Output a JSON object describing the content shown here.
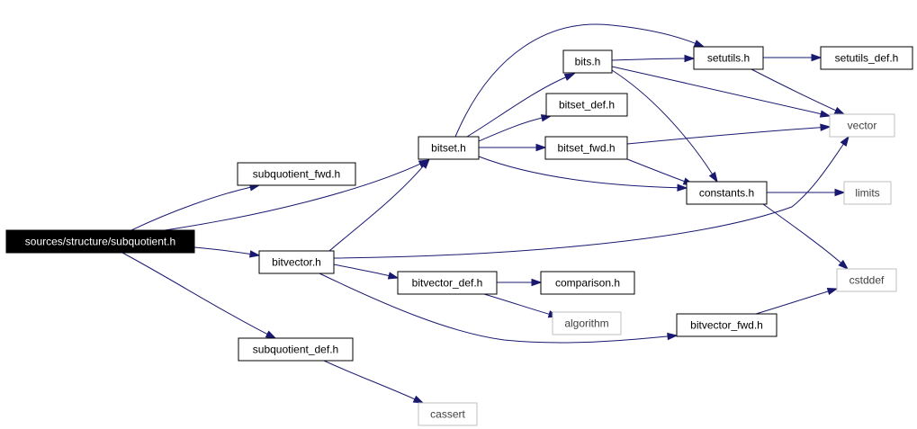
{
  "graph": {
    "nodes": [
      {
        "id": "root",
        "label": "sources/structure/subquotient.h",
        "style": "root"
      },
      {
        "id": "subquotient_fwd",
        "label": "subquotient_fwd.h",
        "style": "normal"
      },
      {
        "id": "bitset",
        "label": "bitset.h",
        "style": "normal"
      },
      {
        "id": "bitvector",
        "label": "bitvector.h",
        "style": "normal"
      },
      {
        "id": "subquotient_def",
        "label": "subquotient_def.h",
        "style": "normal"
      },
      {
        "id": "bits",
        "label": "bits.h",
        "style": "normal"
      },
      {
        "id": "bitset_def",
        "label": "bitset_def.h",
        "style": "normal"
      },
      {
        "id": "bitset_fwd",
        "label": "bitset_fwd.h",
        "style": "normal"
      },
      {
        "id": "setutils",
        "label": "setutils.h",
        "style": "normal"
      },
      {
        "id": "setutils_def",
        "label": "setutils_def.h",
        "style": "normal"
      },
      {
        "id": "vector",
        "label": "vector",
        "style": "external"
      },
      {
        "id": "constants",
        "label": "constants.h",
        "style": "normal"
      },
      {
        "id": "limits",
        "label": "limits",
        "style": "external"
      },
      {
        "id": "cstddef",
        "label": "cstddef",
        "style": "external"
      },
      {
        "id": "bitvector_def",
        "label": "bitvector_def.h",
        "style": "normal"
      },
      {
        "id": "comparison",
        "label": "comparison.h",
        "style": "normal"
      },
      {
        "id": "algorithm",
        "label": "algorithm",
        "style": "external"
      },
      {
        "id": "bitvector_fwd",
        "label": "bitvector_fwd.h",
        "style": "normal"
      },
      {
        "id": "cassert",
        "label": "cassert",
        "style": "external"
      }
    ],
    "edges": [
      {
        "from": "root",
        "to": "subquotient_fwd"
      },
      {
        "from": "root",
        "to": "bitset"
      },
      {
        "from": "root",
        "to": "bitvector"
      },
      {
        "from": "root",
        "to": "subquotient_def"
      },
      {
        "from": "bitset",
        "to": "bits"
      },
      {
        "from": "bitset",
        "to": "setutils"
      },
      {
        "from": "bitset",
        "to": "bitset_def"
      },
      {
        "from": "bitset",
        "to": "bitset_fwd"
      },
      {
        "from": "bitset",
        "to": "constants"
      },
      {
        "from": "bits",
        "to": "setutils"
      },
      {
        "from": "bits",
        "to": "vector"
      },
      {
        "from": "bits",
        "to": "constants"
      },
      {
        "from": "setutils",
        "to": "setutils_def"
      },
      {
        "from": "setutils",
        "to": "vector"
      },
      {
        "from": "bitset_fwd",
        "to": "vector"
      },
      {
        "from": "bitset_fwd",
        "to": "constants"
      },
      {
        "from": "constants",
        "to": "limits"
      },
      {
        "from": "constants",
        "to": "cstddef"
      },
      {
        "from": "bitvector",
        "to": "bitset"
      },
      {
        "from": "bitvector",
        "to": "vector"
      },
      {
        "from": "bitvector",
        "to": "bitvector_def"
      },
      {
        "from": "bitvector",
        "to": "bitvector_fwd"
      },
      {
        "from": "bitvector_def",
        "to": "comparison"
      },
      {
        "from": "bitvector_def",
        "to": "algorithm"
      },
      {
        "from": "bitvector_fwd",
        "to": "cstddef"
      },
      {
        "from": "subquotient_def",
        "to": "cassert"
      }
    ]
  },
  "colors": {
    "edge": "#191970",
    "root_fill": "#000000",
    "root_text": "#ffffff",
    "node_border": "#000000",
    "external_border": "#bfbfbf",
    "external_text": "#404040"
  }
}
